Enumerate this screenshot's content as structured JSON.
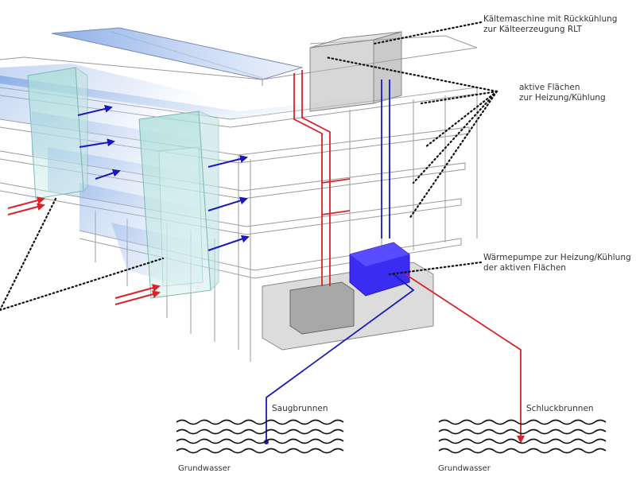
{
  "labels": {
    "chiller_line1": "Kältemaschine mit Rückkühlung",
    "chiller_line2": "zur Kälteerzeugung RLT",
    "active_line1": "aktive Flächen",
    "active_line2": "zur Heizung/Kühlung",
    "heatpump_line1": "Wärmepumpe zur Heizung/Kühlung",
    "heatpump_line2": "der aktiven Flächen",
    "suction_well": "Saugbrunnen",
    "injection_well": "Schluckbrunnen",
    "groundwater_left": "Grundwasser",
    "groundwater_right": "Grundwasser"
  },
  "colors": {
    "supply_red": "#d8232a",
    "return_blue": "#1a1ab8",
    "heatpump_blue": "#3a2cf0",
    "structure": "#9a9a9a",
    "slab_blue": "#8fb0e6",
    "glass": "#bfe3e3"
  }
}
